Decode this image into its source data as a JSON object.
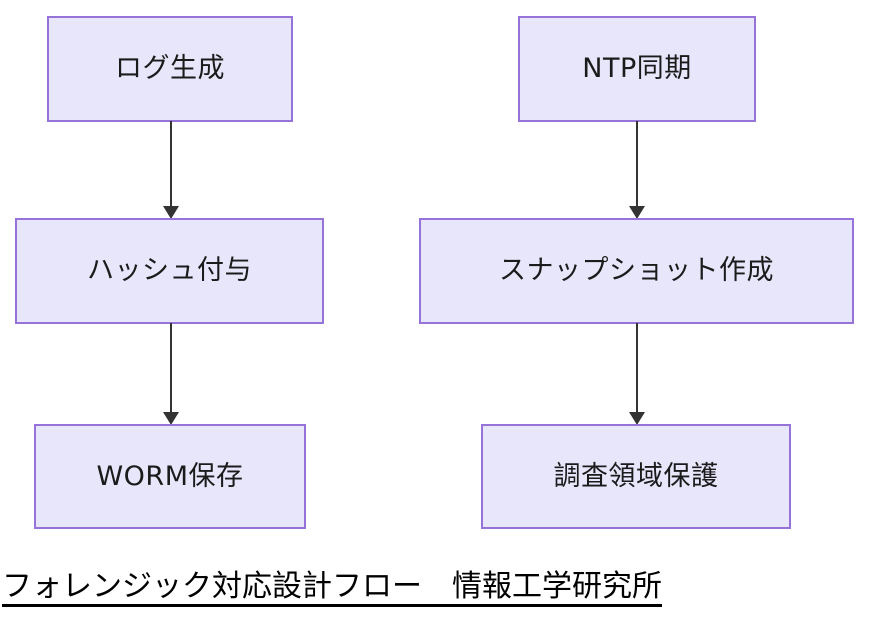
{
  "diagram": {
    "type": "flowchart",
    "background_color": "#ffffff",
    "node_fill_color": "#e8e6fb",
    "node_border_color": "#9673d8",
    "edge_color": "#333333",
    "text_color": "#1b1b1b",
    "columns": [
      {
        "name": "left-flow",
        "nodes": [
          {
            "id": "log-generate",
            "label": "ログ生成"
          },
          {
            "id": "hash-assign",
            "label": "ハッシュ付与"
          },
          {
            "id": "worm-store",
            "label": "WORM保存"
          }
        ]
      },
      {
        "name": "right-flow",
        "nodes": [
          {
            "id": "ntp-sync",
            "label": "NTP同期"
          },
          {
            "id": "snapshot",
            "label": "スナップショット作成"
          },
          {
            "id": "scope-protect",
            "label": "調査領域保護"
          }
        ]
      }
    ],
    "edges": [
      {
        "id": "log-to-hash",
        "from": "log-generate",
        "to": "hash-assign",
        "arrow": "down"
      },
      {
        "id": "hash-to-worm",
        "from": "hash-assign",
        "to": "worm-store",
        "arrow": "down"
      },
      {
        "id": "ntp-to-snapshot",
        "from": "ntp-sync",
        "to": "snapshot",
        "arrow": "down"
      },
      {
        "id": "snapshot-to-scope",
        "from": "snapshot",
        "to": "scope-protect",
        "arrow": "down"
      }
    ]
  },
  "caption": {
    "text": "フォレンジック対応設計フロー　情報工学研究所",
    "title": "フォレンジック対応設計フロー",
    "organization": "情報工学研究所",
    "underline_color": "#000000"
  }
}
